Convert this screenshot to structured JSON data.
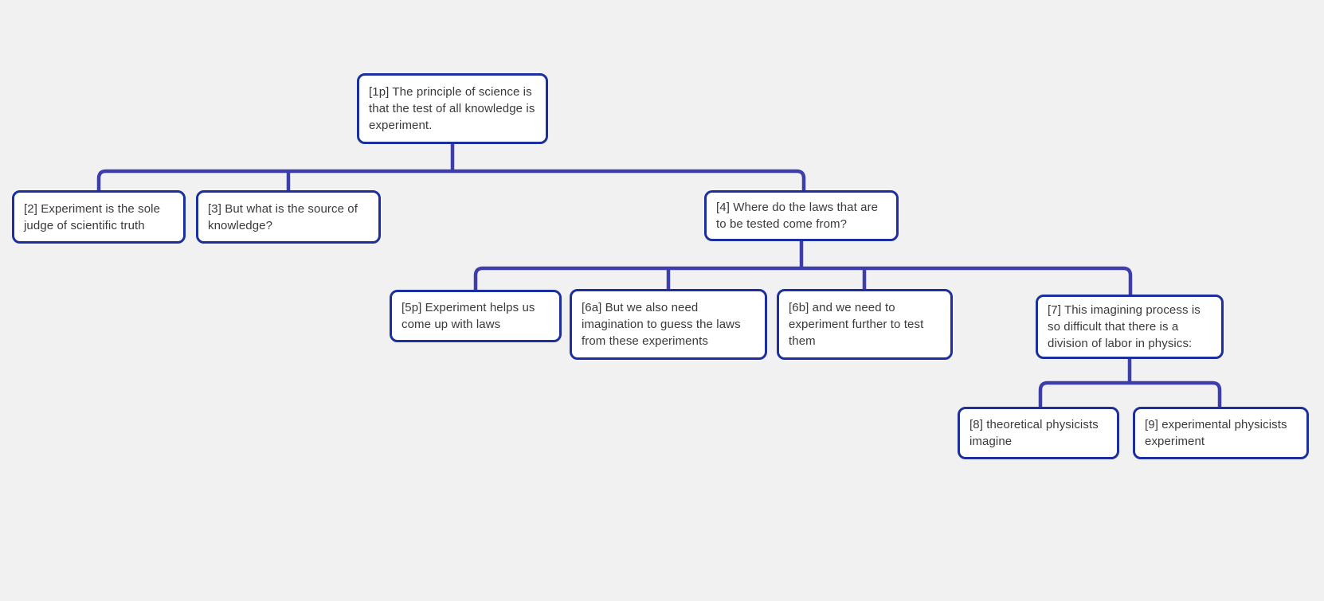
{
  "app": {
    "background_color": "#f1f1f2",
    "node_fill": "#ffffff",
    "node_border_color": "#1c2f9e",
    "connector_color": "#3e3eab",
    "text_color": "#3a3a3a"
  },
  "nodes": [
    {
      "id": "1p",
      "label": "[1p] The principle of science is that the test of all knowledge is experiment."
    },
    {
      "id": "2",
      "label": "[2] Experiment is the sole judge of scientific truth"
    },
    {
      "id": "3",
      "label": "[3] But what is the source of knowledge?"
    },
    {
      "id": "4",
      "label": "[4] Where do the laws that are to be tested come from?"
    },
    {
      "id": "5p",
      "label": "[5p] Experiment helps us come up with laws"
    },
    {
      "id": "6a",
      "label": "[6a] But we also need imagination to guess the laws from these experiments"
    },
    {
      "id": "6b",
      "label": "[6b] and we need to experiment further to test them"
    },
    {
      "id": "7",
      "label": "[7] This imagining process is so difficult that there is a division of labor in physics:"
    },
    {
      "id": "8",
      "label": "[8] theoretical physicists imagine"
    },
    {
      "id": "9",
      "label": "[9] experimental physicists experiment"
    }
  ],
  "edges": [
    {
      "from": "1p",
      "to": "2"
    },
    {
      "from": "1p",
      "to": "3"
    },
    {
      "from": "1p",
      "to": "4"
    },
    {
      "from": "4",
      "to": "5p"
    },
    {
      "from": "4",
      "to": "6a"
    },
    {
      "from": "4",
      "to": "6b"
    },
    {
      "from": "4",
      "to": "7"
    },
    {
      "from": "7",
      "to": "8"
    },
    {
      "from": "7",
      "to": "9"
    }
  ]
}
